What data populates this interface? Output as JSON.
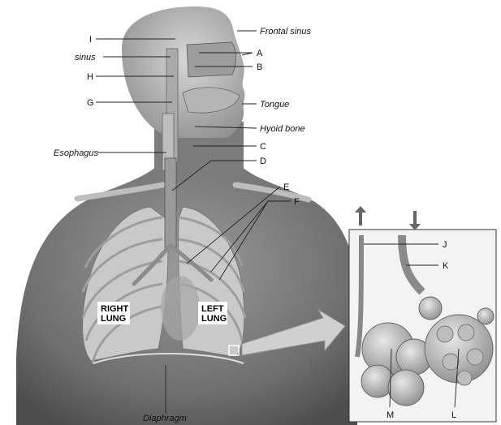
{
  "labels": {
    "frontal_sinus": "Frontal sinus",
    "sinus": "sinus",
    "tongue": "Tongue",
    "hyoid_bone": "Hyoid bone",
    "esophagus": "Esophagus",
    "diaphragm": "Diaphragm",
    "right_lung_line1": "RIGHT",
    "right_lung_line2": "LUNG",
    "left_lung_line1": "LEFT",
    "left_lung_line2": "LUNG",
    "A": "A",
    "B": "B",
    "C": "C",
    "D": "D",
    "E": "E",
    "F": "F",
    "G": "G",
    "H": "H",
    "I": "I",
    "J": "J",
    "K": "K",
    "L": "L",
    "M": "M"
  },
  "colors": {
    "body": "#6b6b6b",
    "body_light": "#8a8a8a",
    "lung": "#c9c9c9",
    "airway": "#a8a8a8",
    "inset_bg": "#f2f2f2",
    "arrow": "#555555"
  }
}
